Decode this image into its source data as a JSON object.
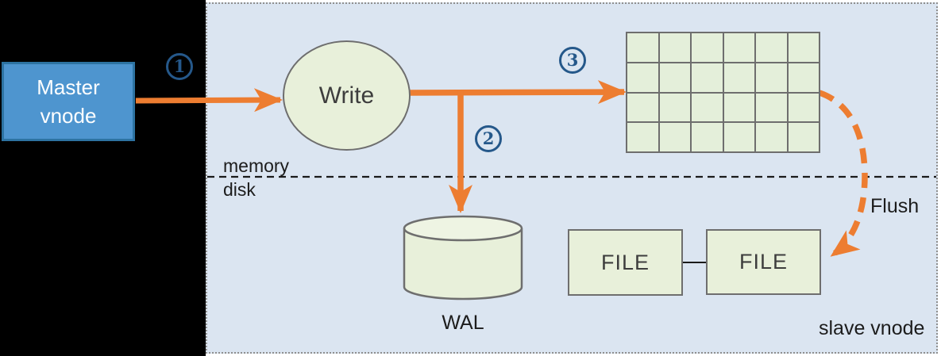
{
  "scene": {
    "colors": {
      "backdrop_black": "#000000",
      "panel_bg": "#dbe5f1",
      "panel_border": "#8f8f8f",
      "master_fill": "#4e95cf",
      "master_border": "#2d73a2",
      "node_fill": "#e8f0da",
      "node_border": "#6e6e6e",
      "grid_cell_fill": "#e4efda",
      "arrow_orange": "#ed7d31",
      "step_color": "#25588a",
      "text_dark": "#3d3d3d"
    },
    "master_vnode": {
      "line1": "Master",
      "line2": "vnode"
    },
    "write_node": {
      "label": "Write"
    },
    "step_badges": [
      {
        "number": "1"
      },
      {
        "number": "2"
      },
      {
        "number": "3"
      }
    ],
    "memtable_grid": {
      "rows": 4,
      "cols": 6
    },
    "file_boxes": [
      {
        "label": "FILE"
      },
      {
        "label": "FILE"
      }
    ],
    "labels": {
      "memory": "memory",
      "disk": "disk",
      "wal": "WAL",
      "flush": "Flush",
      "slave_vnode": "slave vnode"
    }
  }
}
